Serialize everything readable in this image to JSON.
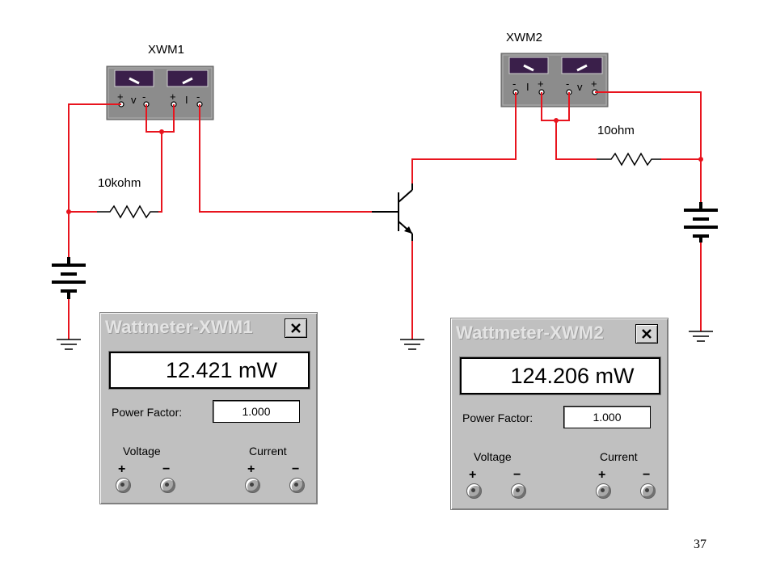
{
  "circuit": {
    "instrument_1": "XWM1",
    "instrument_2": "XWM2",
    "resistor_1": "10kohm",
    "resistor_2": "10ohm"
  },
  "wattmeter_1": {
    "title": "Wattmeter-XWM1",
    "reading": "12.421 mW",
    "power_factor_label": "Power Factor:",
    "power_factor": "1.000",
    "voltage_label": "Voltage",
    "current_label": "Current",
    "plus": "+",
    "minus": "−"
  },
  "wattmeter_2": {
    "title": "Wattmeter-XWM2",
    "reading": "124.206 mW",
    "power_factor_label": "Power Factor:",
    "power_factor": "1.000",
    "voltage_label": "Voltage",
    "current_label": "Current",
    "plus": "+",
    "minus": "−"
  },
  "page_number": "37",
  "colors": {
    "wire": "#e8141e",
    "instrument": "#8c8c8c",
    "meter_face": "#3a1f4a",
    "window": "#c0c0c0"
  }
}
